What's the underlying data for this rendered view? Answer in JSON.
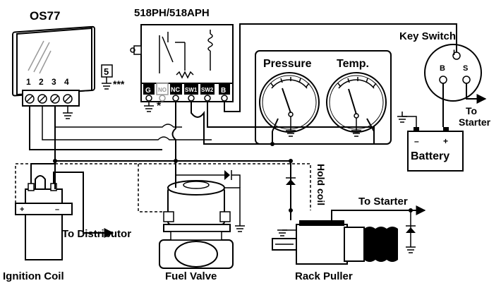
{
  "labels": {
    "os77": "OS77",
    "relay": "518PH/518APH",
    "key_switch": "Key Switch",
    "pressure": "Pressure",
    "temp": "Temp.",
    "to_starter_key": "To",
    "to_starter_key2": "Starter",
    "battery": "Battery",
    "hold_coil": "Hold coil",
    "to_starter_rack": "To Starter",
    "to_distributor": "To Distributor",
    "ignition_coil": "Ignition Coil",
    "fuel_valve": "Fuel Valve",
    "rack_puller": "Rack Puller",
    "box5": "5",
    "stars": "***",
    "asterisk": "*"
  },
  "os77_terminals": [
    "1",
    "2",
    "3",
    "4"
  ],
  "relay_terminals": [
    "G",
    "NO",
    "NC",
    "SW1",
    "SW2",
    "B"
  ],
  "key_terminals": {
    "i": "I",
    "b": "B",
    "s": "S"
  },
  "battery_terminals": {
    "neg": "–",
    "pos": "+"
  },
  "coil_terminals": {
    "pos": "+",
    "neg": "–"
  }
}
